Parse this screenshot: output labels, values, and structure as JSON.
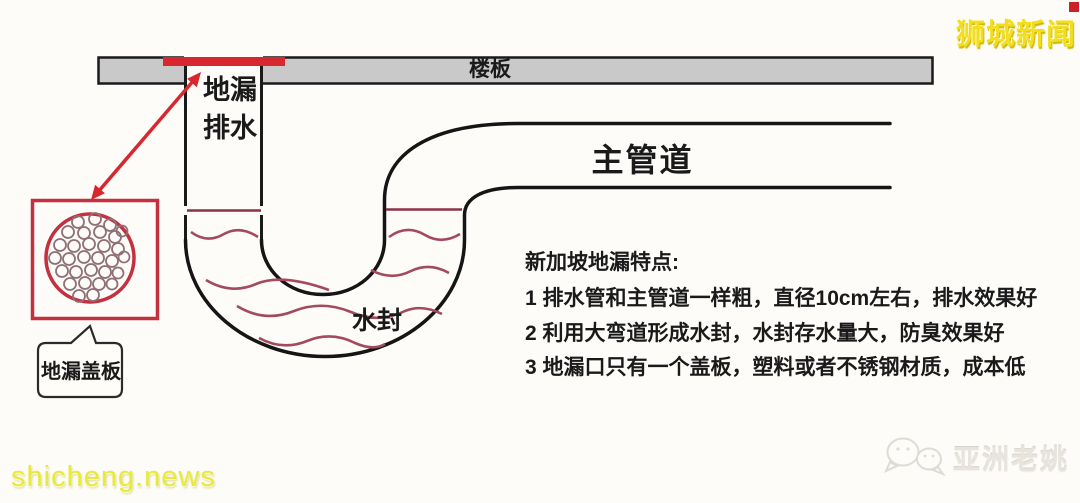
{
  "watermarks": {
    "top_right": "狮城新闻",
    "bottom_left": "shicheng.news",
    "bottom_right": "亚洲老姚"
  },
  "diagram": {
    "floor_slab_label": "楼板",
    "drain_label_line1": "地漏",
    "drain_label_line2": "排水",
    "main_pipe_label": "主管道",
    "water_seal_label": "水封",
    "drain_cover_label": "地漏盖板"
  },
  "notes": {
    "title": "新加坡地漏特点:",
    "items": [
      "1 排水管和主管道一样粗，直径10cm左右，排水效果好",
      "2 利用大弯道形成水封，水封存水量大，防臭效果好",
      "3 地漏口只有一个盖板，塑料或者不锈钢材质，成本低"
    ]
  },
  "icons": {
    "wechat_icon": "wechat-chat-bubbles",
    "corner_marker": "red-square"
  },
  "colors": {
    "accent_red": "#d6282e",
    "box_red": "#c5303f",
    "water_line_red": "#8c3247",
    "wave_red": "#a34a5e",
    "pipe_black": "#1a1a1a",
    "slab_gray": "#c9c9c9",
    "watermark_yellow": "#f2de1e",
    "watermark_gray": "#e7e3dd"
  }
}
